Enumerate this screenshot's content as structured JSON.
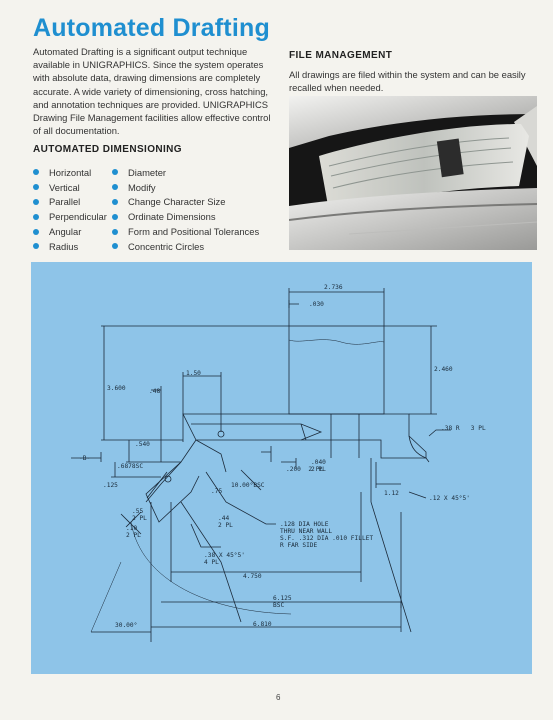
{
  "page": {
    "title": "Automated Drafting",
    "intro": "Automated Drafting is a significant output technique available in UNIGRAPHICS. Since the system operates with absolute data, drawing dimensions are completely accurate. A wide variety of dimensioning, cross hatching, and annotation techniques are provided. UNIGRAPHICS Drawing File Management facilities allow effective control of all documentation.",
    "page_number": "6"
  },
  "dimensioning": {
    "heading": "AUTOMATED DIMENSIONING",
    "left_items": [
      "Horizontal",
      "Vertical",
      "Parallel",
      "Perpendicular",
      "Angular",
      "Radius"
    ],
    "right_items": [
      "Diameter",
      "Modify",
      "Change Character Size",
      "Ordinate Dimensions",
      "Form and Positional Tolerances",
      "Concentric Circles"
    ]
  },
  "file_management": {
    "heading": "FILE MANAGEMENT",
    "text": "All drawings are filed within the system and can be easily recalled when needed."
  },
  "drawing_labels": {
    "d2736": "2.736",
    "d030": ".030",
    "d2460": "2.460",
    "d3600": "3.600",
    "d150": "1.50",
    "d48": ".48",
    "d540": ".540",
    "dB": "-B-",
    "d6878": ".6878SC",
    "d125": ".125",
    "d38r": ".38 R   3 PL",
    "d040": ".040\n2 PL",
    "d200": ".200  2 PL",
    "d1000": "10.00°BSC",
    "d75": ".75",
    "d55": ".55\n2 PL",
    "d10": ".10\n2 PL",
    "d44": ".44\n2 PL",
    "dhole": ".128 DIA HOLE\nTHRU NEAR WALL\nS.F. .312 DIA .010 FILLET\nR FAR SIDE",
    "dcham1": ".38 X 45°5'\n4 PL",
    "d112": "1.12",
    "dcham2": ".12 X 45°5'",
    "d4750": "4.750",
    "d6125": "6.125\nBSC",
    "d6810": "6.810",
    "d3000": "30.00°"
  }
}
